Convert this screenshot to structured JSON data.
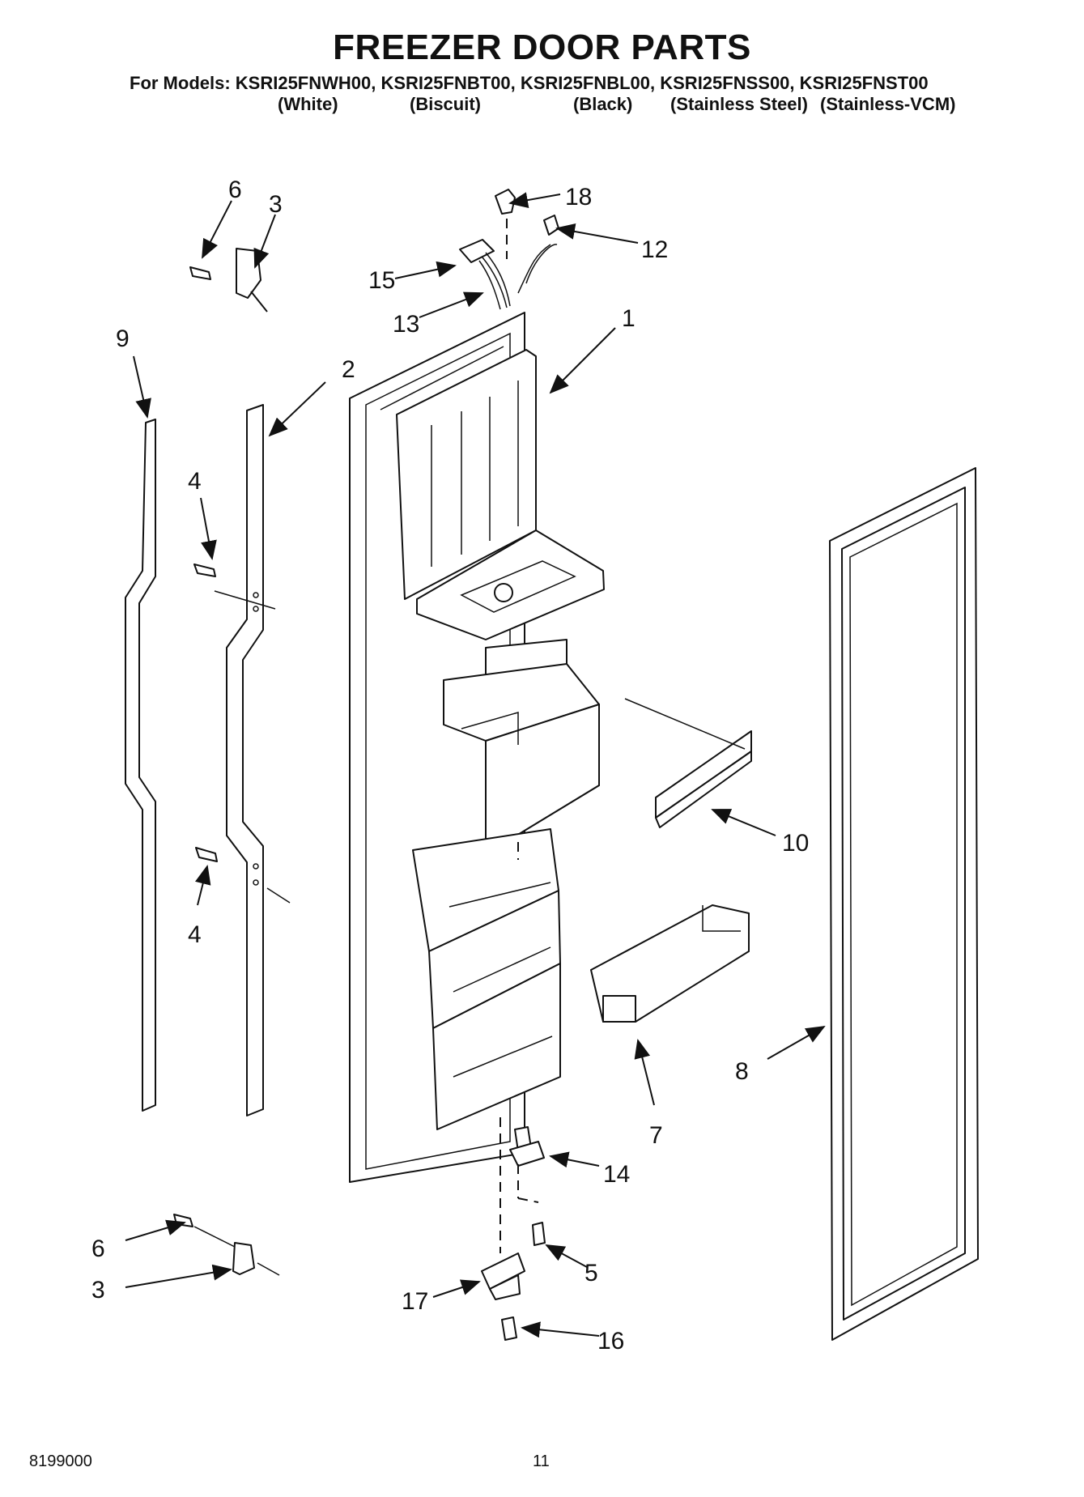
{
  "header": {
    "title": "FREEZER DOOR PARTS",
    "models_line": "For Models: KSRI25FNWH00, KSRI25FNBT00, KSRI25FNBL00, KSRI25FNSS00, KSRI25FNST00",
    "colors": [
      "(White)",
      "(Biscuit)",
      "(Black)",
      "(Stainless Steel)",
      "(Stainless-VCM)"
    ]
  },
  "callouts": [
    "6",
    "3",
    "18",
    "12",
    "15",
    "13",
    "1",
    "9",
    "2",
    "4",
    "4",
    "10",
    "7",
    "8",
    "14",
    "6",
    "3",
    "5",
    "17",
    "16"
  ],
  "footer": {
    "doc_number": "8199000",
    "page_number": "11"
  }
}
